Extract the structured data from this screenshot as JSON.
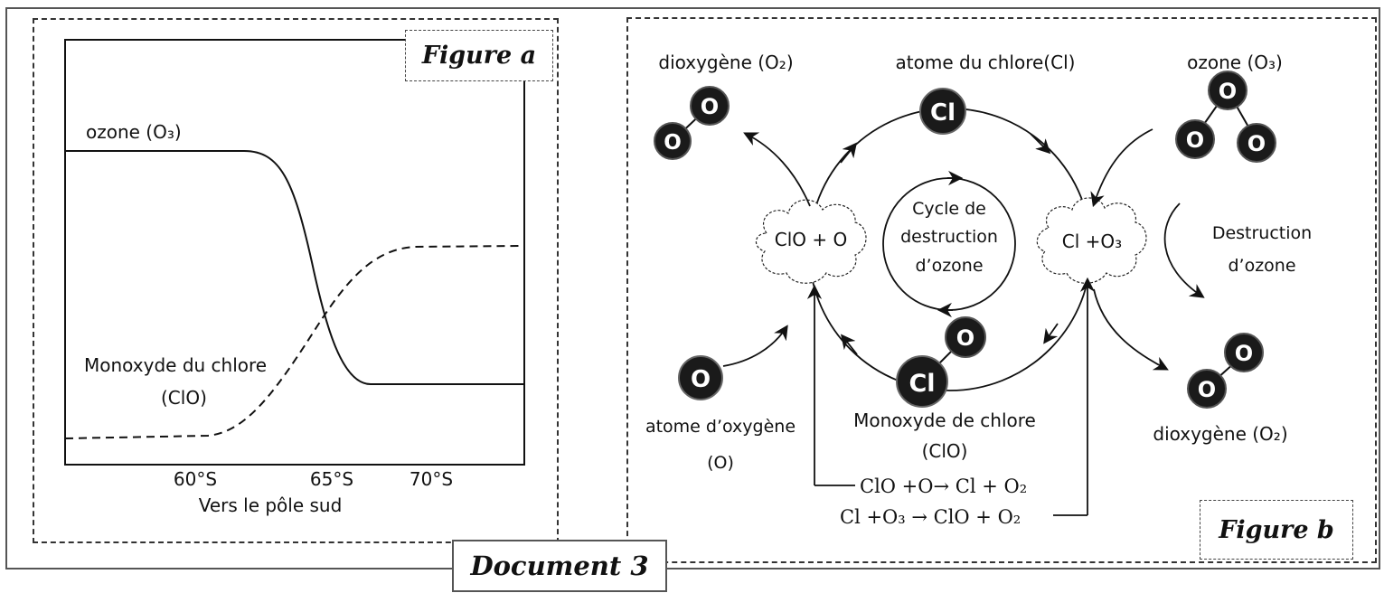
{
  "document_label": "Document 3",
  "figure_a": {
    "label": "Figure a",
    "series": [
      {
        "name": "ozone (O₃)",
        "style": "solid"
      },
      {
        "name_line1": "Monoxyde du chlore",
        "name_line2": "(ClO)",
        "style": "dashed"
      }
    ],
    "x_ticks": [
      "60°S",
      "65°S",
      "70°S"
    ],
    "x_caption": "Vers le pôle sud"
  },
  "figure_b": {
    "label": "Figure b",
    "top_left_label": "dioxygène (O₂)",
    "top_center_label": "atome du chlore(Cl)",
    "top_right_label": "ozone (O₃)",
    "cycle_line1": "Cycle de",
    "cycle_line2": "destruction",
    "cycle_line3": "d’ozone",
    "cloud_left": "ClO + O",
    "cloud_right": "Cl +O₃",
    "destruction_line1": "Destruction",
    "destruction_line2": "d’ozone",
    "bottom_left_line1": "atome d’oxygène",
    "bottom_left_line2": "(O)",
    "bottom_center_line1": "Monoxyde de chlore",
    "bottom_center_line2": "(ClO)",
    "bottom_right_label": "dioxygène (O₂)",
    "equation1": "ClO +O→ Cl + O₂",
    "equation2": "Cl +O₃ → ClO + O₂",
    "atom_symbols": {
      "oxygen": "O",
      "chlorine": "Cl"
    }
  }
}
